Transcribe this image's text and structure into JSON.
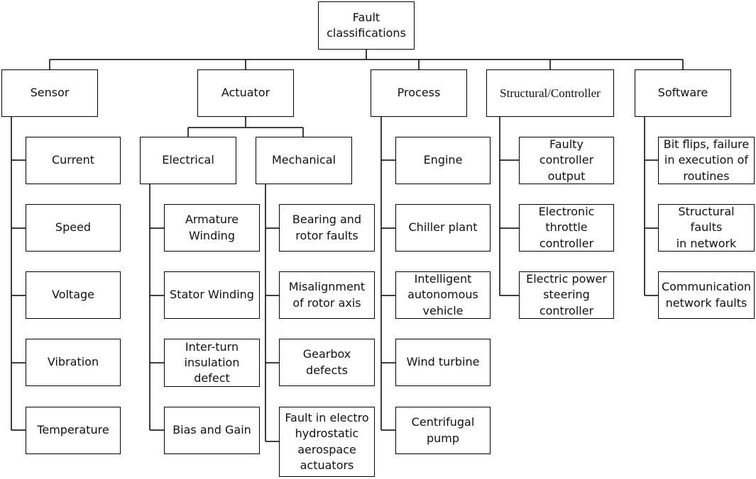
{
  "diagram": {
    "root": "Fault\nclassifications",
    "categories": {
      "sensor": "Sensor",
      "actuator": "Actuator",
      "process": "Process",
      "structural": "Structural/Controller",
      "software": "Software"
    },
    "actuator_groups": {
      "electrical": "Electrical",
      "mechanical": "Mechanical"
    },
    "sensor_items": [
      "Current",
      "Speed",
      "Voltage",
      "Vibration",
      "Temperature"
    ],
    "electrical_items": [
      "Armature\nWinding",
      "Stator Winding",
      "Inter-turn\ninsulation\ndefect",
      "Bias and Gain"
    ],
    "mechanical_items": [
      "Bearing and\nrotor faults",
      "Misalignment\nof rotor axis",
      "Gearbox defects",
      "Fault in electro\nhydrostatic\naerospace\nactuators"
    ],
    "process_items": [
      "Engine",
      "Chiller plant",
      "Intelligent\nautonomous\nvehicle",
      "Wind turbine",
      "Centrifugal\npump"
    ],
    "structural_items": [
      "Faulty\ncontroller\noutput",
      "Electronic\nthrottle\ncontroller",
      "Electric power\nsteering\ncontroller"
    ],
    "software_items": [
      "Bit flips, failure\nin execution of\nroutines",
      "Structural faults\nin network",
      "Communication\nnetwork faults"
    ]
  }
}
